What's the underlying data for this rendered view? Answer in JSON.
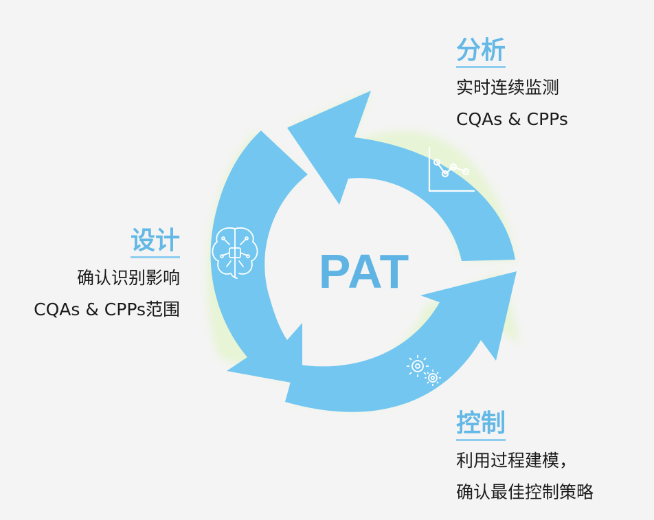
{
  "center_label": "PAT",
  "stages": {
    "analysis": {
      "title": "分析",
      "lines": [
        "实时连续监测",
        "CQAs & CPPs"
      ]
    },
    "design": {
      "title": "设计",
      "lines": [
        "确认识别影响",
        "CQAs & CPPs范围"
      ]
    },
    "control": {
      "title": "控制",
      "lines": [
        "利用过程建模，",
        "确认最佳控制策略"
      ]
    }
  },
  "icons": {
    "analysis": "line-chart-icon",
    "design": "brain-circuit-icon",
    "control": "gears-icon"
  },
  "colors": {
    "arrow": "#73c6ef",
    "arrow_shadow": "#e6f4d2",
    "title": "#63b8e6",
    "center_text": "#5fb4e3",
    "body_text": "#1a1a1a"
  }
}
